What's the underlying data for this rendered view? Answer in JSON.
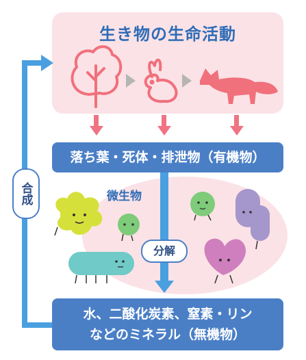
{
  "top": {
    "title": "生き物の生命活動"
  },
  "organic": {
    "label": "落ち葉・死体・排泄物（有機物）"
  },
  "microbes": {
    "label": "微生物"
  },
  "decompose": {
    "label": "分解"
  },
  "inorganic": {
    "line1": "水、二酸化炭素、窒素・リン",
    "line2": "などのミネラル（無機物）"
  },
  "synthesis": {
    "label": "合成"
  },
  "colors": {
    "pink_panel": "#fbe2e6",
    "organism": "#f0707c",
    "arrow_gray": "#b5b5b5",
    "blue_bar": "#4a7fc6",
    "title_blue": "#2f6db7"
  }
}
